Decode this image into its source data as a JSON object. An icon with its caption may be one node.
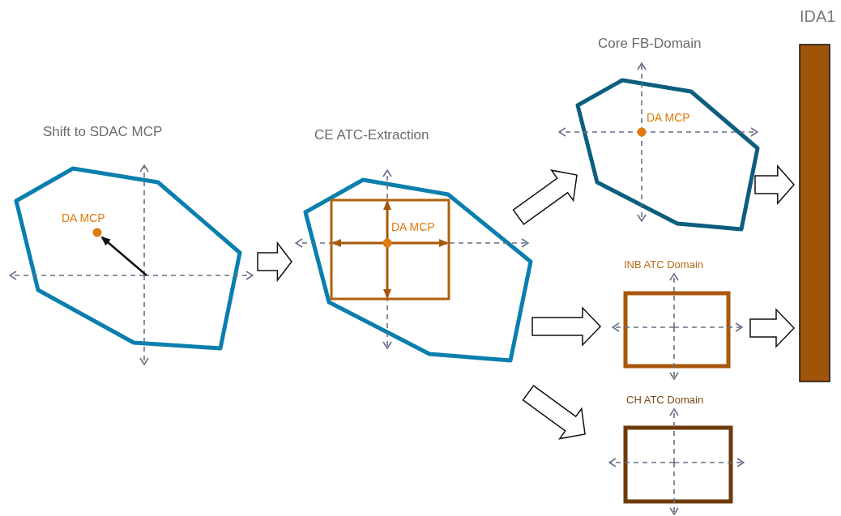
{
  "diagram": {
    "nodes": [
      {
        "text": [
          "Shift to SDAC MCP",
          "DA MCP"
        ]
      },
      {
        "text": [
          "CE ATC-Extraction"
        ]
      },
      {
        "text": [
          "DA MCP"
        ],
        "in": 1
      },
      {
        "text": [
          "Core FB-Domain",
          "DA MCP"
        ]
      },
      {
        "text": [
          "INB ATC Domain"
        ]
      },
      {
        "text": [
          "CH ATC Domain"
        ]
      },
      {
        "text": [
          "IDA1"
        ]
      }
    ],
    "edges": [
      {
        "from": 0,
        "to": 1,
        "arrow": "to"
      },
      {
        "from": 1,
        "to": 3,
        "arrow": "to"
      },
      {
        "from": 1,
        "to": 4,
        "arrow": "to"
      },
      {
        "from": 1,
        "to": 5,
        "arrow": "to"
      },
      {
        "from": 3,
        "to": 6,
        "arrow": "to"
      },
      {
        "from": 4,
        "to": 6,
        "arrow": "to"
      }
    ]
  }
}
